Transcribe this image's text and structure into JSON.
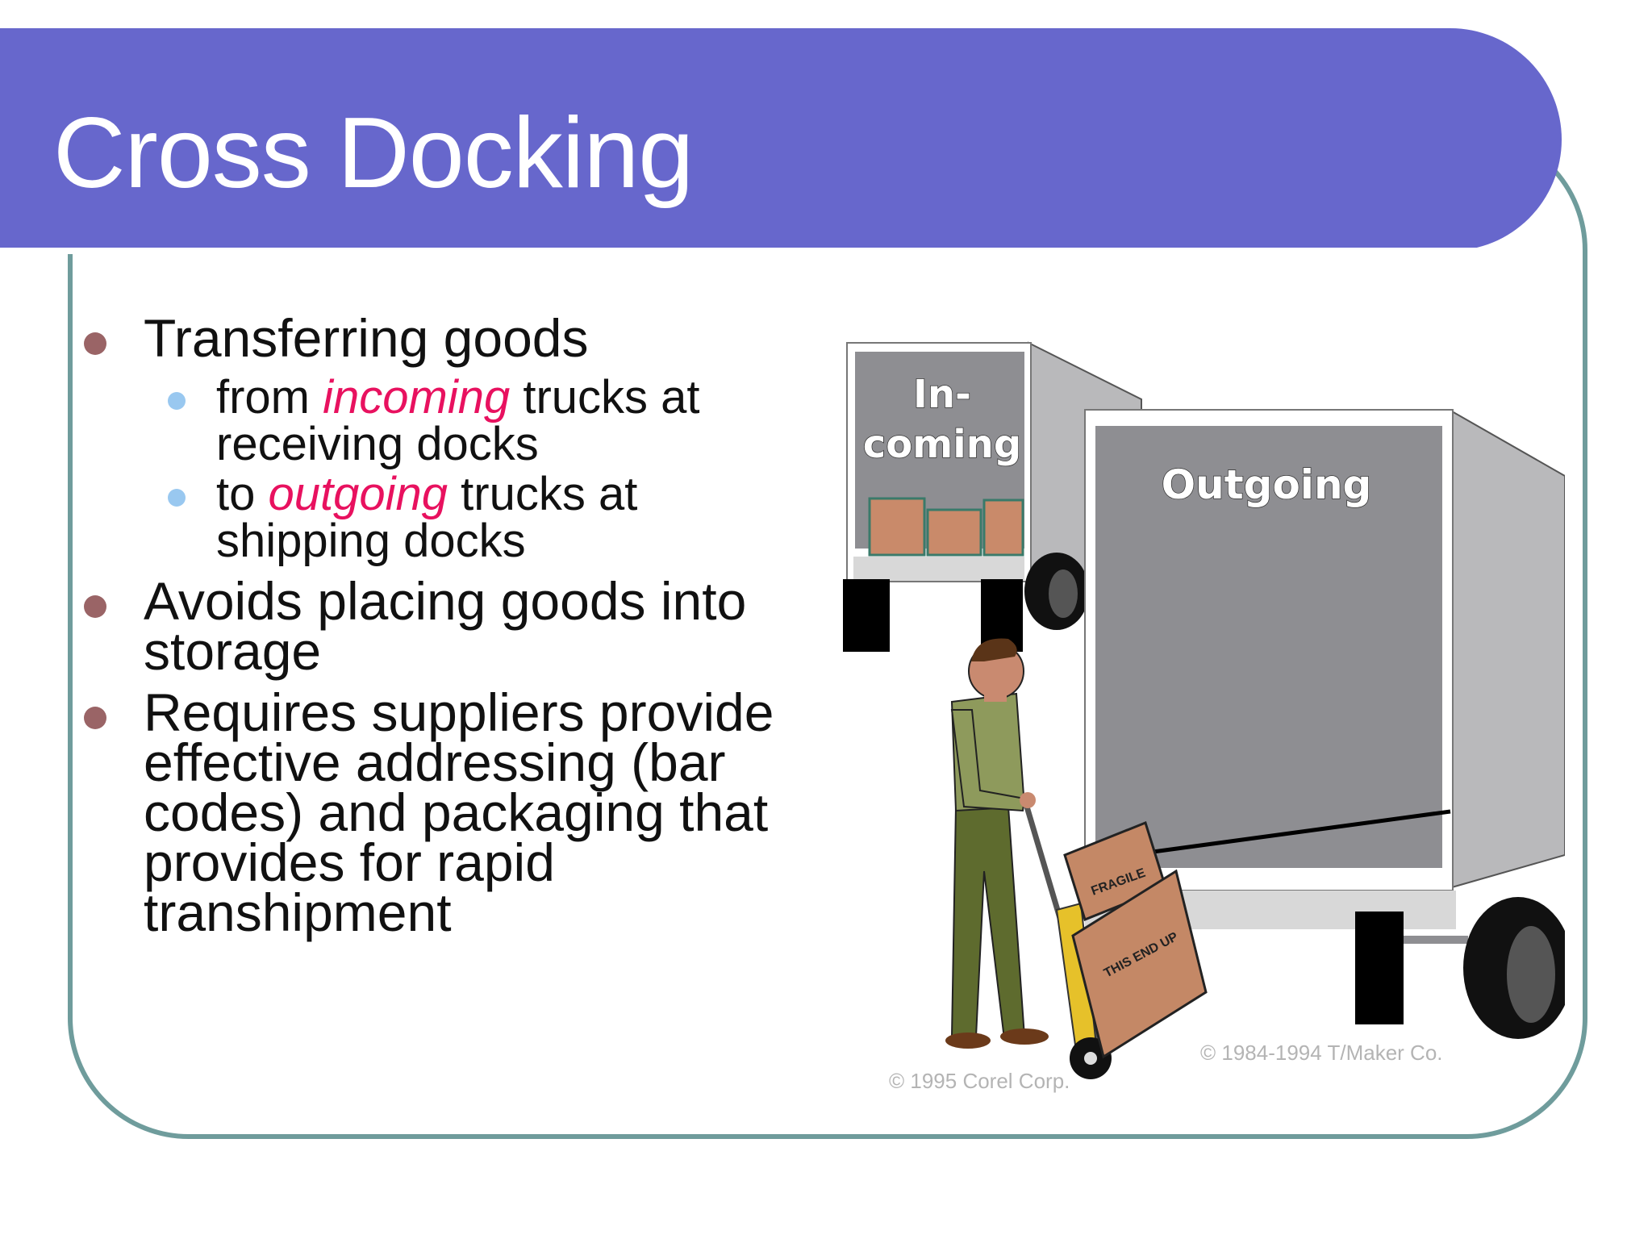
{
  "slide": {
    "title": "Cross Docking",
    "bullets": [
      {
        "text": "Transferring goods",
        "sub": [
          {
            "before": "from ",
            "accent": "incoming",
            "after": " trucks at receiving docks"
          },
          {
            "before": "to ",
            "accent": "outgoing",
            "after": " trucks at shipping docks"
          }
        ]
      },
      {
        "text": "Avoids placing goods into storage"
      },
      {
        "text": "Requires suppliers provide effective addressing (bar codes) and packaging that provides for rapid transhipment"
      }
    ],
    "colors": {
      "title_bar": "#6767cc",
      "frame": "#6f9c9c",
      "accent": "#e8115f",
      "bullet": "#9a6466",
      "sub_bullet": "#99c8f0"
    }
  },
  "illustration": {
    "incoming_label_1": "In-",
    "incoming_label_2": "coming",
    "outgoing_label": "Outgoing",
    "box_top_label": "FRAGILE",
    "box_bottom_label": "THIS END UP",
    "copyright_tmaker": "© 1984-1994 T/Maker Co.",
    "copyright_corel": "© 1995 Corel Corp."
  }
}
